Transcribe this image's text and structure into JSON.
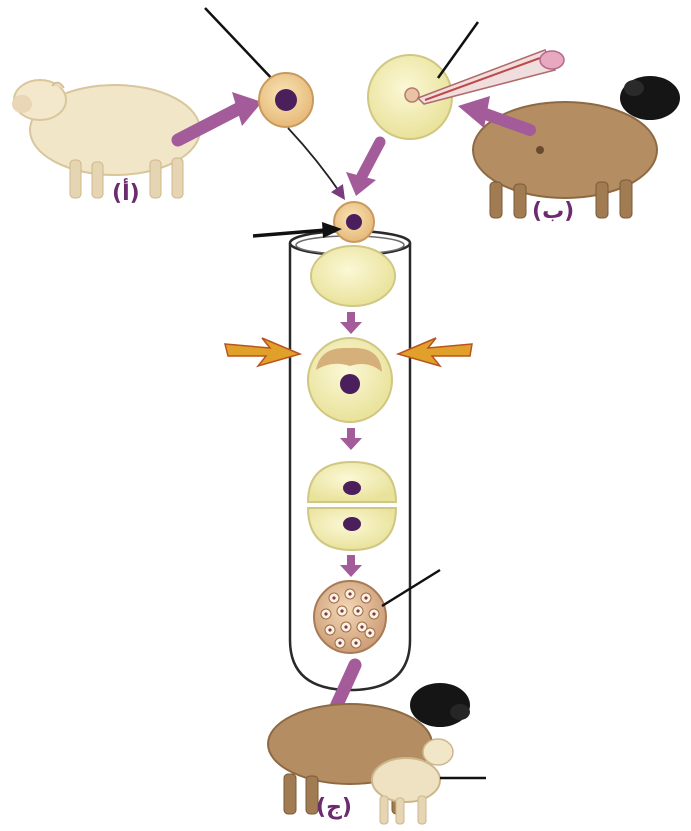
{
  "labels": {
    "sheep_a": "(أ)",
    "sheep_b": "(ب)",
    "sheep_c": "(ج)"
  },
  "colors": {
    "arrow": "#a35b9a",
    "label": "#6b2b6e",
    "nucleus": "#4a1f5c",
    "egg": "#f3efb8",
    "white_sheep": "#f1e6c8",
    "brown_sheep": "#b58d63",
    "face_black": "#151515",
    "spark": "#e0a02a"
  }
}
